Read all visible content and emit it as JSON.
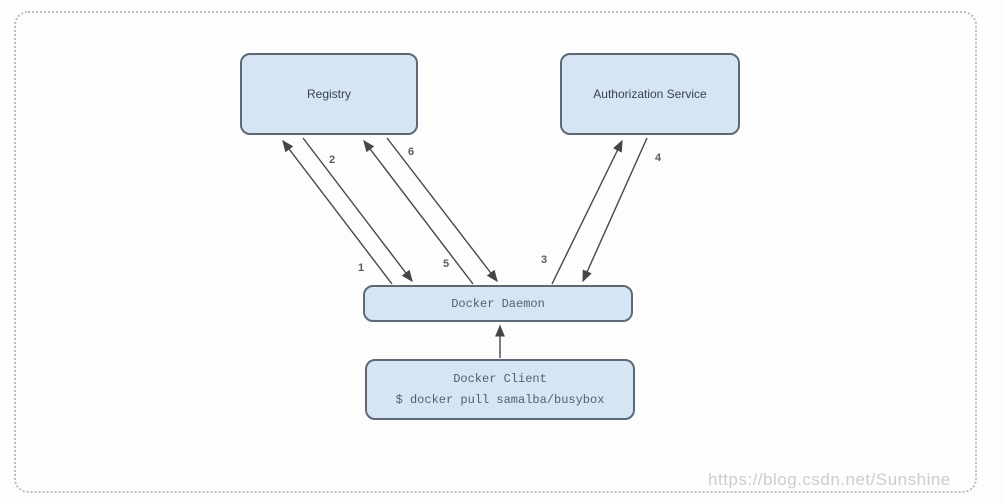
{
  "diagram": {
    "title_hint": "docker registry token authentication flow",
    "nodes": {
      "registry": {
        "label": "Registry"
      },
      "auth": {
        "label": "Authorization Service"
      },
      "daemon": {
        "label": "Docker Daemon"
      },
      "client": {
        "label": "Docker Client",
        "command": "$ docker pull samalba/busybox"
      }
    },
    "steps": [
      {
        "label": "1",
        "from": "docker-daemon",
        "to": "registry"
      },
      {
        "label": "2",
        "from": "registry",
        "to": "docker-daemon"
      },
      {
        "label": "3",
        "from": "docker-daemon",
        "to": "authorization-service"
      },
      {
        "label": "4",
        "from": "authorization-service",
        "to": "docker-daemon"
      },
      {
        "label": "5",
        "from": "docker-daemon",
        "to": "registry"
      },
      {
        "label": "6",
        "from": "registry",
        "to": "docker-daemon"
      }
    ],
    "unlabeled_arrows": [
      {
        "from": "docker-client",
        "to": "docker-daemon"
      }
    ]
  },
  "watermark": {
    "text": "https://blog.csdn.net/Sunshine"
  },
  "colors": {
    "node_fill": "#d5e5f4",
    "node_border": "#5d6a76",
    "node_text_sans": "#39434c",
    "node_text_mono": "#51606d",
    "arrow": "#43474b",
    "step_label": "#585c61",
    "dotted_border": "#b7bcc3",
    "watermark": "#cacdd2",
    "background": "#fdfdfd"
  }
}
